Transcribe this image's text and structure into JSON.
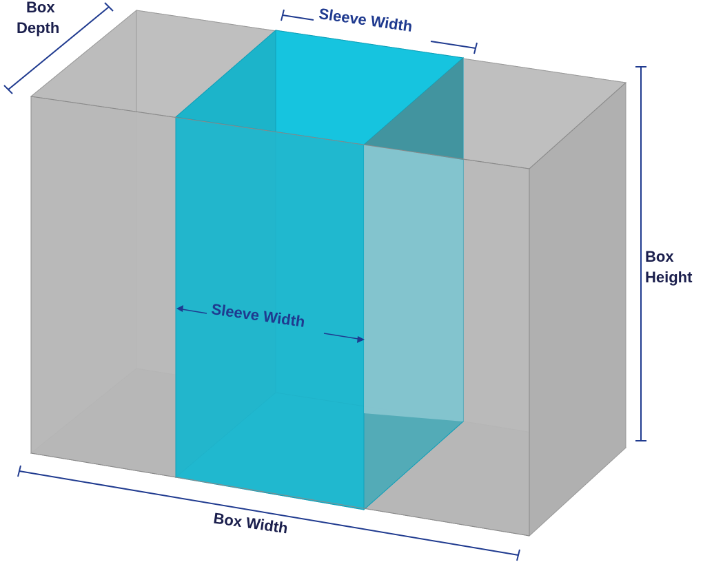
{
  "labels": {
    "box_depth_line1": "Box",
    "box_depth_line2": "Depth",
    "sleeve_width_top": "Sleeve Width",
    "sleeve_width_front": "Sleeve Width",
    "box_height_line1": "Box",
    "box_height_line2": "Height",
    "box_width": "Box Width"
  },
  "colors": {
    "box_face": "#b4b4b4",
    "box_edge": "#8f8f8f",
    "sleeve_front": "#16c3de",
    "sleeve_dark": "#1aa9bf",
    "sleeve_right_glass": "#8cc8d2",
    "dimension_line": "#1f3a8f",
    "label_dark": "#1b1f4d",
    "label_blue": "#1f3a8f"
  }
}
